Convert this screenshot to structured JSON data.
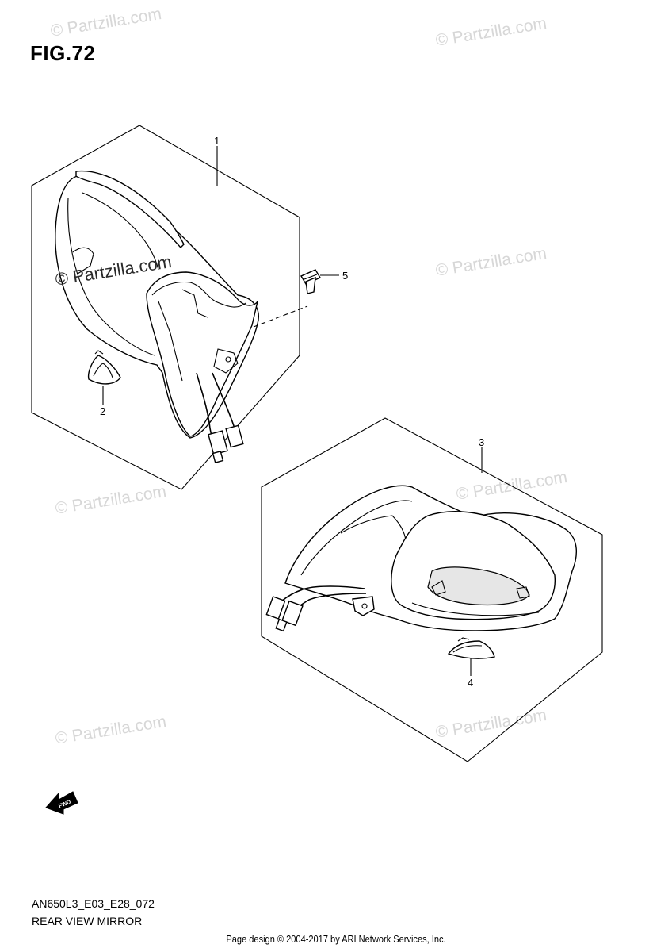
{
  "figure": {
    "title": "FIG.72",
    "code": "AN650L3_E03_E28_072",
    "caption": "REAR VIEW MIRROR"
  },
  "footer": "Page design © 2004-2017 by ARI Network Services, Inc.",
  "watermark": "© Partzilla.com",
  "fwd_label": "FWD",
  "parts": [
    {
      "ref": "1"
    },
    {
      "ref": "2"
    },
    {
      "ref": "3"
    },
    {
      "ref": "4"
    },
    {
      "ref": "5"
    }
  ]
}
